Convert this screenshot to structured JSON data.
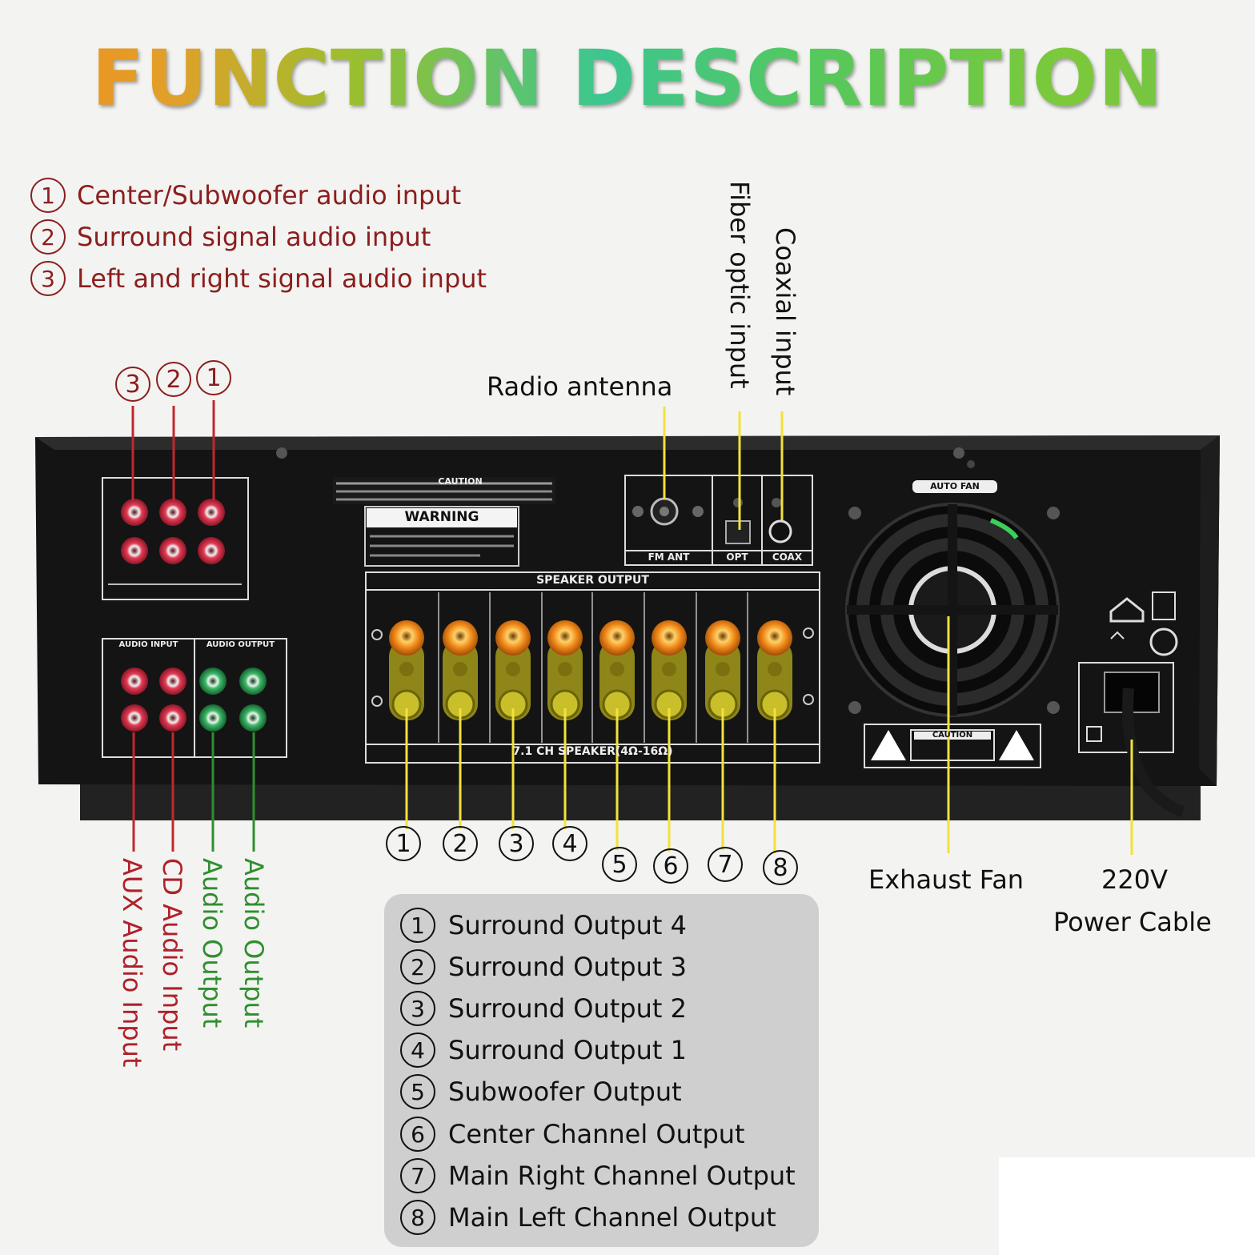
{
  "title": "FUNCTION DESCRIPTION",
  "input_legend": [
    {
      "num": "1",
      "text": "Center/Subwoofer audio input"
    },
    {
      "num": "2",
      "text": "Surround signal audio input"
    },
    {
      "num": "3",
      "text": "Left and right signal audio input"
    }
  ],
  "top_rca_numbers": [
    "3",
    "2",
    "1"
  ],
  "labels": {
    "radio_antenna": "Radio antenna",
    "fiber_optic": "Fiber optic input",
    "coaxial": "Coaxial input",
    "exhaust_fan": "Exhaust Fan",
    "power_line1": "220V",
    "power_line2": "Power Cable",
    "aux_input": "AUX Audio Input",
    "cd_input": "CD Audio Input",
    "audio_output_1": "Audio Output",
    "audio_output_2": "Audio Output"
  },
  "panel": {
    "caution_text": "CAUTION",
    "warning": "WARNING",
    "speaker_output": "SPEAKER OUTPUT",
    "speaker_footer": "7.1 CH SPEAKER(4Ω-16Ω)",
    "auto_fan": "AUTO FAN",
    "caution_box": "CAUTION",
    "opt": "OPT",
    "coax": "COAX",
    "fm_ant": "FM ANT",
    "audio_input": "AUDIO INPUT",
    "audio_output": "AUDIO OUTPUT"
  },
  "speaker_numbers": [
    "1",
    "2",
    "3",
    "4",
    "5",
    "6",
    "7",
    "8"
  ],
  "output_legend": [
    {
      "num": "1",
      "text": "Surround Output 4"
    },
    {
      "num": "2",
      "text": "Surround Output 3"
    },
    {
      "num": "3",
      "text": "Surround Output 2"
    },
    {
      "num": "4",
      "text": "Surround Output 1"
    },
    {
      "num": "5",
      "text": "Subwoofer Output"
    },
    {
      "num": "6",
      "text": "Center Channel Output"
    },
    {
      "num": "7",
      "text": "Main Right Channel Output"
    },
    {
      "num": "8",
      "text": "Main Left Channel Output"
    }
  ],
  "colors": {
    "input_legend": "#8b1e1e",
    "red_line": "#c0282d",
    "green_line": "#2f8f2f",
    "yellow_line": "#f2e23a",
    "chassis": "#141414"
  }
}
